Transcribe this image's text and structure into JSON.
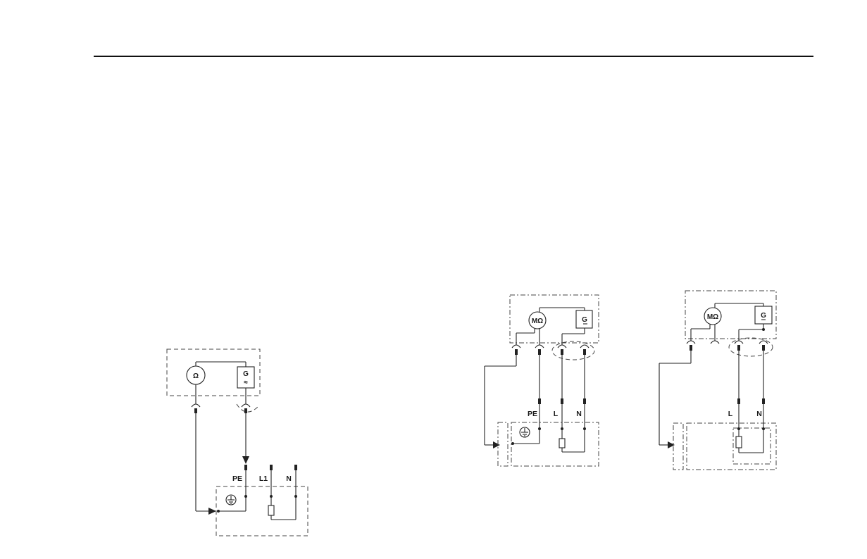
{
  "diagrams": [
    {
      "id": "earth-resistance",
      "meter_symbol": "Ω",
      "source_symbol": "G",
      "source_subsymbol": "≈",
      "labels": {
        "pe": "PE",
        "l": "L1",
        "n": "N"
      }
    },
    {
      "id": "insulation-pe",
      "meter_symbol": "MΩ",
      "source_symbol": "G",
      "labels": {
        "pe": "PE",
        "l": "L",
        "n": "N"
      }
    },
    {
      "id": "insulation-no-pe",
      "meter_symbol": "MΩ",
      "source_symbol": "G",
      "labels": {
        "l": "L",
        "n": "N"
      }
    }
  ],
  "colors": {
    "line": "#222222",
    "background": "#ffffff"
  }
}
